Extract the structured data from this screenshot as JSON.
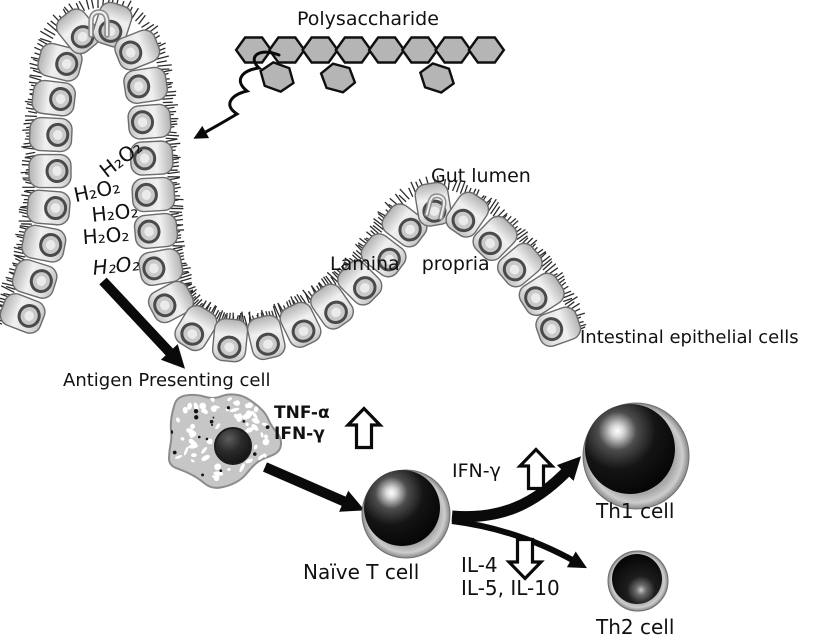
{
  "diagram": {
    "labels": {
      "polysaccharide": "Polysaccharide",
      "gut_lumen": "Gut lumen",
      "lamina_propria": "Lamina propria",
      "intestinal_epithelial_cells": "Intestinal epithelial cells",
      "antigen_presenting_cell": "Antigen Presenting cell",
      "tnf_alpha": "TNF-α",
      "ifn_gamma_apc": "IFN-γ",
      "ifn_gamma_th1": "IFN-γ",
      "naive_t_cell": "Naïve T cell",
      "il_4": "IL-4",
      "il_5_il_10": "IL-5, IL-10",
      "th1_cell": "Th1 cell",
      "th2_cell": "Th2 cell"
    },
    "h2o2_labels": [
      "H₂O₂",
      "H₂O₂",
      "H₂O₂",
      "H₂O₂",
      "H₂O₂"
    ],
    "icons": {
      "upregulation_arrow": "⇧",
      "downregulation_arrow": "⇩",
      "squiggle_arrow": "↯",
      "solid_arrow": "➝"
    },
    "colors": {
      "background": "#ffffff",
      "ink": "#0a0a0a",
      "epithelial_cell_fill": "#e6e6e6",
      "epithelial_cell_edge": "#6b6b6b",
      "hexagon_fill": "#b5b5b5",
      "apc_fill": "#c6c6c6",
      "apc_edge": "#8c8c8c",
      "nucleus_dark": "#242424",
      "sphere_rim": "#b3b3b3",
      "hair": "#2b2b2b"
    }
  }
}
